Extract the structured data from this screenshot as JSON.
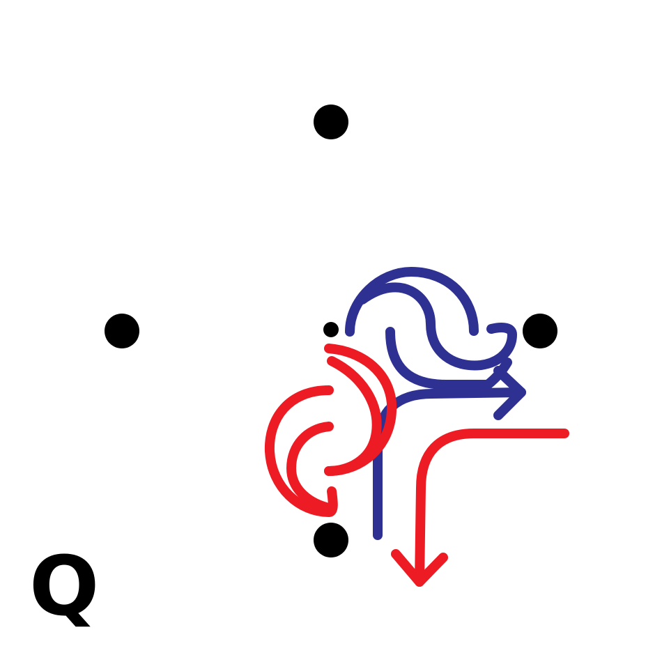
{
  "panel_label": "Q",
  "colors": {
    "background": "#ffffff",
    "dots": "#000000",
    "blue_path": "#2e3192",
    "red_path": "#ed1c24"
  },
  "figure": {
    "dots": [
      "dot-top",
      "dot-left",
      "dot-right",
      "dot-bottom",
      "dot-center"
    ],
    "paths": [
      {
        "id": "blue-path",
        "color": "blue",
        "ends_with": "arrowhead",
        "direction": "right"
      },
      {
        "id": "red-path",
        "color": "red",
        "ends_with": "arrowhead",
        "direction": "down"
      }
    ]
  }
}
